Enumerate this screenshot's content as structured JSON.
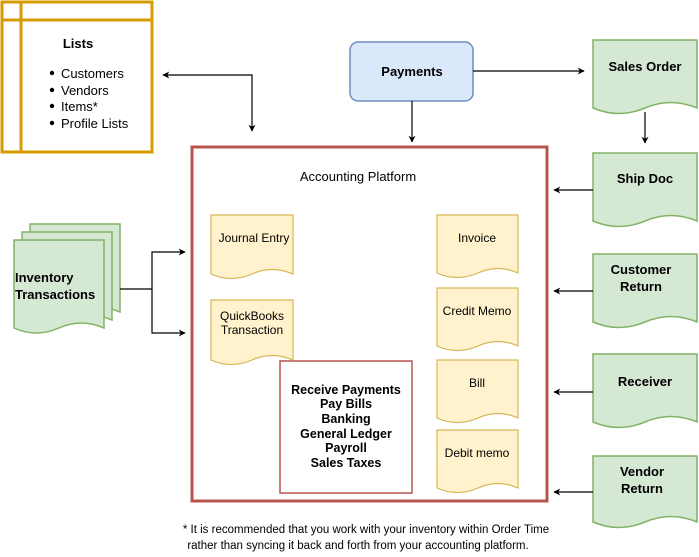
{
  "lists": {
    "title": "Lists",
    "items": [
      "Customers",
      "Vendors",
      "Items*",
      "Profile Lists"
    ]
  },
  "payments": {
    "label": "Payments"
  },
  "sales_order": {
    "label": "Sales Order"
  },
  "ship_doc": {
    "label": "Ship Doc"
  },
  "customer_return": {
    "line1": "Customer",
    "line2": "Return"
  },
  "receiver": {
    "label": "Receiver"
  },
  "vendor_return": {
    "line1": "Vendor",
    "line2": "Return"
  },
  "inventory_transactions": {
    "line1": "Inventory",
    "line2": "Transactions"
  },
  "accounting_platform": {
    "title": "Accounting Platform",
    "journal_entry": "Journal Entry",
    "quickbooks_transaction": {
      "line1": "QuickBooks",
      "line2": "Transaction"
    },
    "invoice": "Invoice",
    "credit_memo": "Credit Memo",
    "bill": "Bill",
    "debit_memo": "Debit memo",
    "functions": [
      "Receive Payments",
      "Pay Bills",
      "Banking",
      "General Ledger",
      "Payroll",
      "Sales Taxes"
    ]
  },
  "footnote": {
    "line1": "* It is recommended that you work with your inventory within Order Time",
    "line2": "rather than syncing it back and forth from your accounting platform."
  },
  "colors": {
    "lists_border": "#d79b00",
    "payments_fill": "#dae8fc",
    "payments_stroke": "#6c8ebf",
    "green_fill": "#d5e8d4",
    "green_stroke": "#82b366",
    "yellow_fill": "#fff2cc",
    "yellow_stroke": "#d6b656",
    "platform_border": "#b85450"
  }
}
